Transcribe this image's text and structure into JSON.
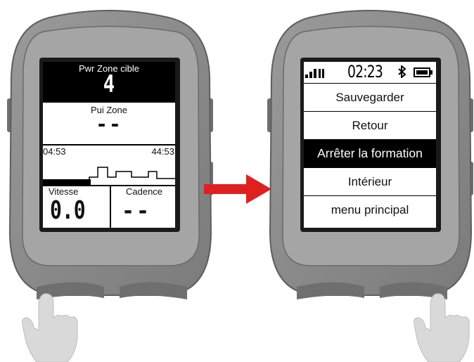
{
  "left_device": {
    "target": {
      "title": "Pwr Zone cible",
      "value": "4"
    },
    "zone": {
      "title": "Pui Zone",
      "value": "--"
    },
    "timeline": {
      "start": "04:53",
      "end": "44:53",
      "progress": 0.36
    },
    "speed": {
      "label": "Vitesse",
      "value": "0.0"
    },
    "cadence": {
      "label": "Cadence",
      "value": "--"
    }
  },
  "right_device": {
    "status": {
      "time": "02:23",
      "signal_icon": "signal-bars-icon",
      "bluetooth_icon": "bluetooth-icon",
      "battery_icon": "battery-icon"
    },
    "menu": [
      {
        "label": "Sauvegarder",
        "selected": false
      },
      {
        "label": "Retour",
        "selected": false
      },
      {
        "label": "Arrêter la formation",
        "selected": true
      },
      {
        "label": "Intérieur",
        "selected": false
      },
      {
        "label": "menu principal",
        "selected": false
      }
    ]
  },
  "arrow_color": "#e02020",
  "colors": {
    "device_body": "#8e8e8e",
    "device_dark": "#6f6f6f",
    "screen": "#ffffff",
    "hand": "#d9d9d9"
  }
}
